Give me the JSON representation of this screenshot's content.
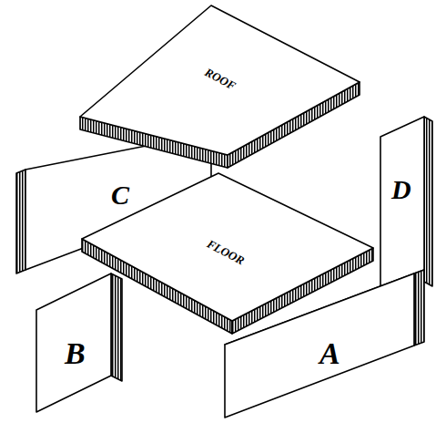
{
  "diagram": {
    "labels": [
      "ROOF",
      "C",
      "D",
      "FLOOR",
      "B",
      "A"
    ]
  }
}
